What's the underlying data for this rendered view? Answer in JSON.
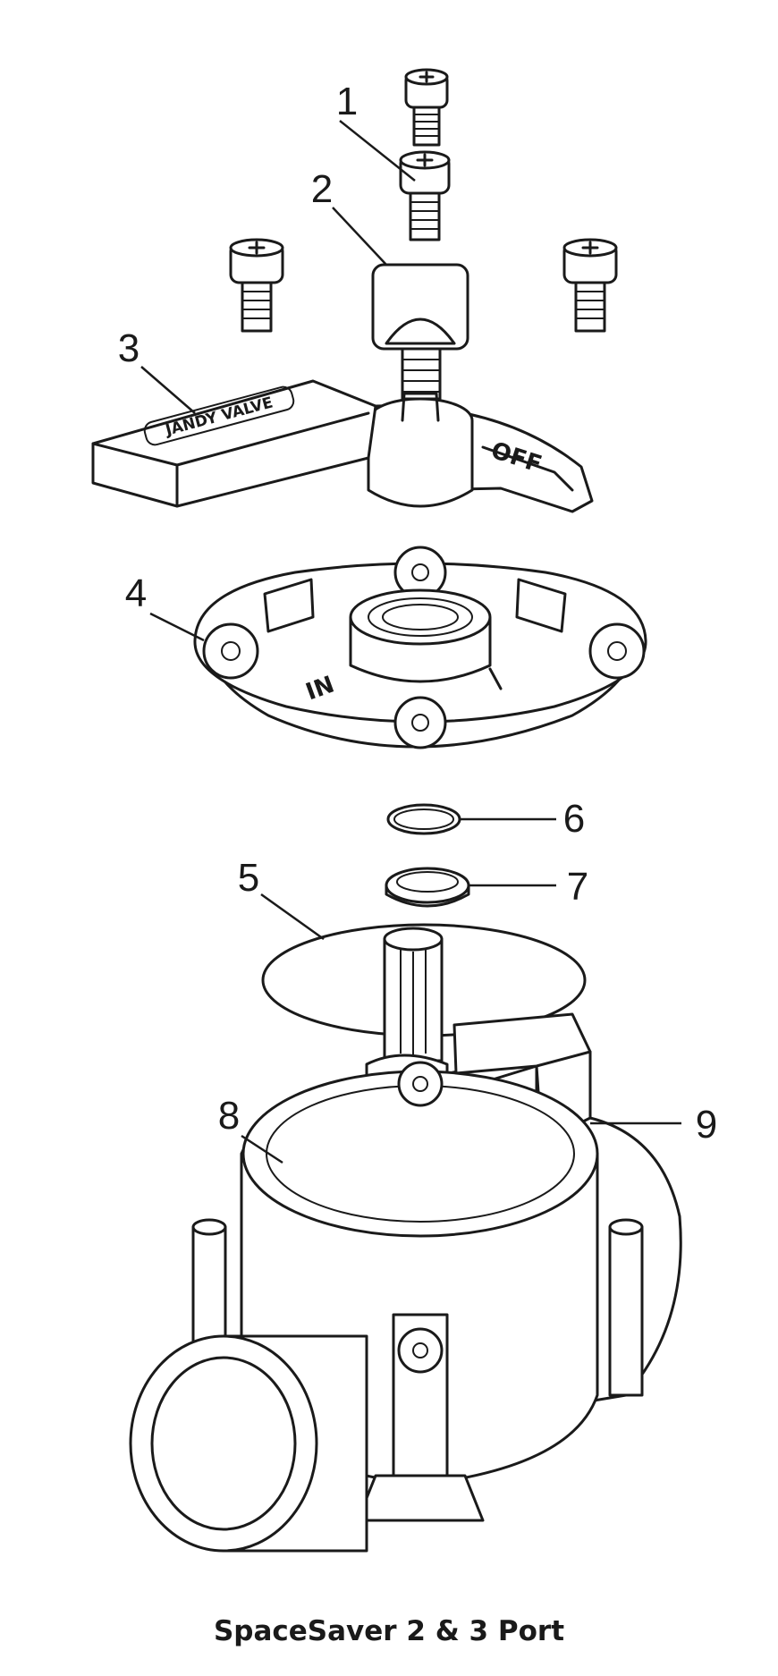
{
  "caption": "SpaceSaver 2 & 3 Port",
  "callouts": [
    "1",
    "2",
    "3",
    "4",
    "5",
    "6",
    "7",
    "8",
    "9"
  ],
  "part_markings": {
    "handle_label": "JANDY VALVE",
    "off_label": "OFF",
    "in_label": "IN"
  },
  "colors": {
    "line": "#1a1a1a",
    "background": "#ffffff"
  }
}
